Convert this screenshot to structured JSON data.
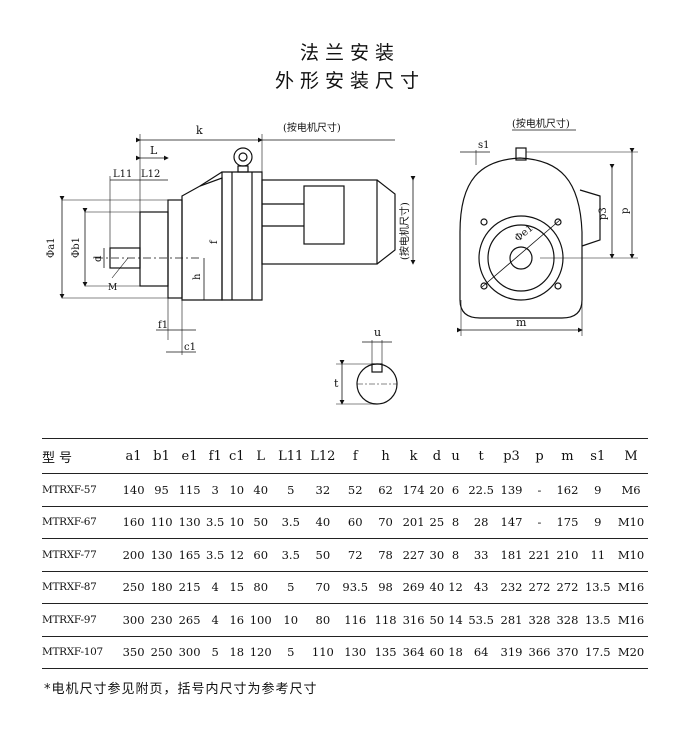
{
  "title": "法兰安装",
  "subtitle": "外形安装尺寸",
  "drawing": {
    "side_labels": [
      "k",
      "L",
      "L11",
      "L12",
      "Φa1",
      "Φb1",
      "d",
      "M",
      "f",
      "h",
      "f1",
      "c1"
    ],
    "motor_note_top": "(按电机尺寸)",
    "motor_note_side": "(按电机尺寸)",
    "end_labels": [
      "s1",
      "p3",
      "p",
      "Φe1",
      "m"
    ],
    "end_motor_note": "(按电机尺寸)",
    "key_labels": [
      "u",
      "t"
    ]
  },
  "table": {
    "headers": [
      "型号",
      "a1",
      "b1",
      "e1",
      "f1",
      "c1",
      "L",
      "L11",
      "L12",
      "f",
      "h",
      "k",
      "d",
      "u",
      "t",
      "p3",
      "p",
      "m",
      "s1",
      "M"
    ],
    "rows": [
      [
        "MTRXF-57",
        "140",
        "95",
        "115",
        "3",
        "10",
        "40",
        "5",
        "32",
        "52",
        "62",
        "174",
        "20",
        "6",
        "22.5",
        "139",
        "-",
        "162",
        "9",
        "M6"
      ],
      [
        "MTRXF-67",
        "160",
        "110",
        "130",
        "3.5",
        "10",
        "50",
        "3.5",
        "40",
        "60",
        "70",
        "201",
        "25",
        "8",
        "28",
        "147",
        "-",
        "175",
        "9",
        "M10"
      ],
      [
        "MTRXF-77",
        "200",
        "130",
        "165",
        "3.5",
        "12",
        "60",
        "3.5",
        "50",
        "72",
        "78",
        "227",
        "30",
        "8",
        "33",
        "181",
        "221",
        "210",
        "11",
        "M10"
      ],
      [
        "MTRXF-87",
        "250",
        "180",
        "215",
        "4",
        "15",
        "80",
        "5",
        "70",
        "93.5",
        "98",
        "269",
        "40",
        "12",
        "43",
        "232",
        "272",
        "272",
        "13.5",
        "M16"
      ],
      [
        "MTRXF-97",
        "300",
        "230",
        "265",
        "4",
        "16",
        "100",
        "10",
        "80",
        "116",
        "118",
        "316",
        "50",
        "14",
        "53.5",
        "281",
        "328",
        "328",
        "13.5",
        "M16"
      ],
      [
        "MTRXF-107",
        "350",
        "250",
        "300",
        "5",
        "18",
        "120",
        "5",
        "110",
        "130",
        "135",
        "364",
        "60",
        "18",
        "64",
        "319",
        "366",
        "370",
        "17.5",
        "M20"
      ]
    ]
  },
  "note": "*电机尺寸参见附页，括号内尺寸为参考尺寸"
}
